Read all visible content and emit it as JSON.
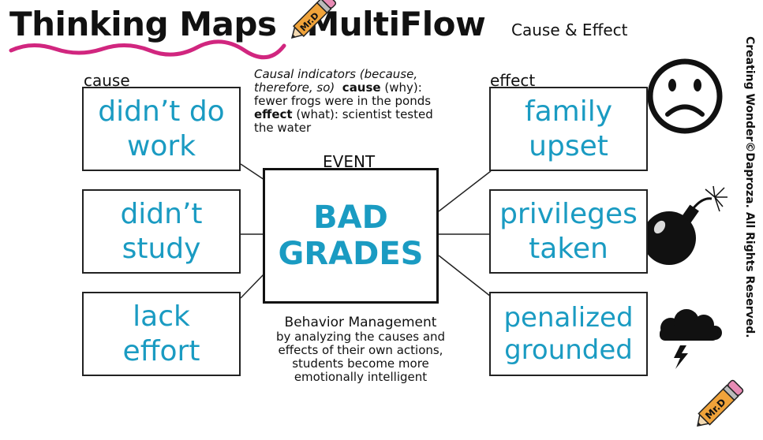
{
  "title": {
    "part1": "Thinking Maps",
    "part2": "MultiFlow",
    "subtitle": "Cause & Effect"
  },
  "labels": {
    "cause": "cause",
    "effect": "effect",
    "event": "EVENT"
  },
  "indicators": {
    "line1": "Causal indicators  (because,",
    "line2": "therefore, so)",
    "cause_word": "cause",
    "cause_rest": " (why):",
    "line3": "fewer frogs were in the ponds",
    "effect_word": "effect",
    "effect_rest": " (what): scientist tested",
    "line5": "the water"
  },
  "causes": [
    {
      "line1": "didn’t do",
      "line2": "work"
    },
    {
      "line1": "didn’t",
      "line2": "study"
    },
    {
      "line1": "lack",
      "line2": "effort"
    }
  ],
  "effects": [
    {
      "line1": "family",
      "line2": "upset"
    },
    {
      "line1": "privileges",
      "line2": "taken"
    },
    {
      "line1": "penalized",
      "line2": "grounded"
    }
  ],
  "event": {
    "line1": "BAD",
    "line2": "GRADES"
  },
  "note": {
    "head": "Behavior Management",
    "body1": "by analyzing the causes and",
    "body2": "effects of their own actions,",
    "body3": "students become more",
    "body4": "emotionally intelligent"
  },
  "logo_text": "Mr.D",
  "copyright": "Creating Wonder©Daproza. All Rights Reserved.",
  "colors": {
    "accent": "#1a9bc2",
    "underline": "#d1267f",
    "pencil": "#f0a33a"
  },
  "icons": [
    "pencil-icon",
    "sad-face-icon",
    "thumbs-down-icon",
    "bomb-icon",
    "storm-cloud-icon"
  ]
}
